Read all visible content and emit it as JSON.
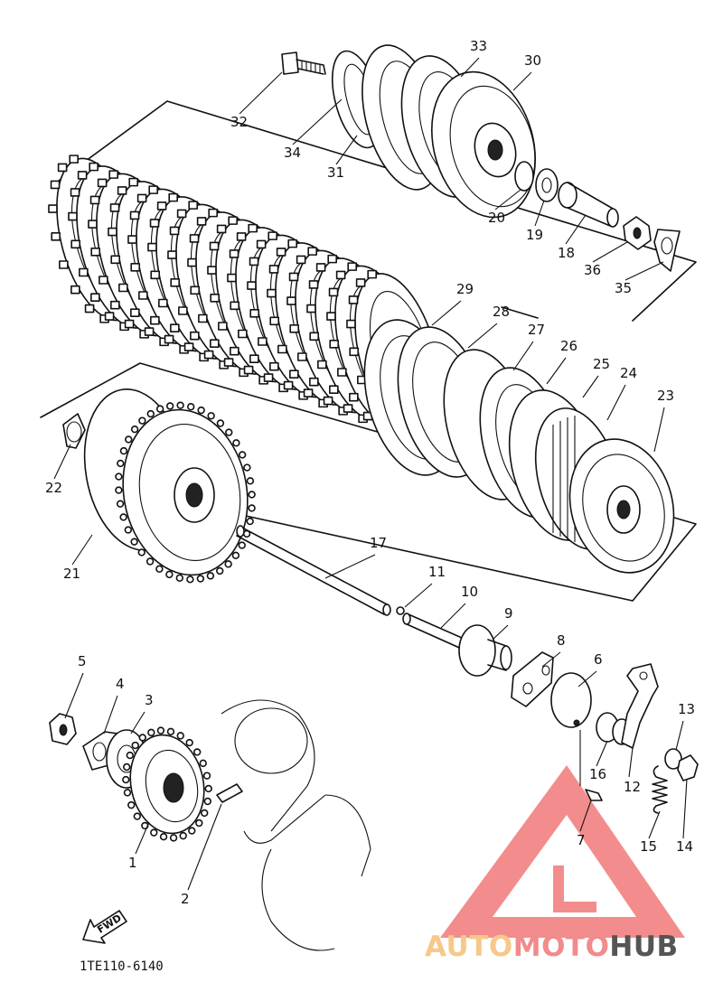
{
  "diagram_code": "1TE110-6140",
  "fwd_label": "FWD",
  "watermark": {
    "part1": "AUTO",
    "part2": "MOTO",
    "part3": "HUB",
    "color1": "#f7c88a",
    "color2": "#f28b8b",
    "color3": "#555555",
    "triangle_color": "#f07070"
  },
  "callouts": [
    {
      "id": "1",
      "text": "1"
    },
    {
      "id": "2",
      "text": "2"
    },
    {
      "id": "3",
      "text": "3"
    },
    {
      "id": "4",
      "text": "4"
    },
    {
      "id": "5",
      "text": "5"
    },
    {
      "id": "6",
      "text": "6"
    },
    {
      "id": "7",
      "text": "7"
    },
    {
      "id": "8",
      "text": "8"
    },
    {
      "id": "9",
      "text": "9"
    },
    {
      "id": "10",
      "text": "10"
    },
    {
      "id": "11",
      "text": "11"
    },
    {
      "id": "12",
      "text": "12"
    },
    {
      "id": "13",
      "text": "13"
    },
    {
      "id": "14",
      "text": "14"
    },
    {
      "id": "15",
      "text": "15"
    },
    {
      "id": "16",
      "text": "16"
    },
    {
      "id": "17",
      "text": "17"
    },
    {
      "id": "18",
      "text": "18"
    },
    {
      "id": "19",
      "text": "19"
    },
    {
      "id": "20",
      "text": "20"
    },
    {
      "id": "21",
      "text": "21"
    },
    {
      "id": "22",
      "text": "22"
    },
    {
      "id": "23",
      "text": "23"
    },
    {
      "id": "24",
      "text": "24"
    },
    {
      "id": "25",
      "text": "25"
    },
    {
      "id": "26",
      "text": "26"
    },
    {
      "id": "27",
      "text": "27"
    },
    {
      "id": "28",
      "text": "28"
    },
    {
      "id": "29",
      "text": "29"
    },
    {
      "id": "30",
      "text": "30"
    },
    {
      "id": "31",
      "text": "31"
    },
    {
      "id": "32",
      "text": "32"
    },
    {
      "id": "33",
      "text": "33"
    },
    {
      "id": "34",
      "text": "34"
    },
    {
      "id": "35",
      "text": "35"
    },
    {
      "id": "36",
      "text": "36"
    }
  ]
}
